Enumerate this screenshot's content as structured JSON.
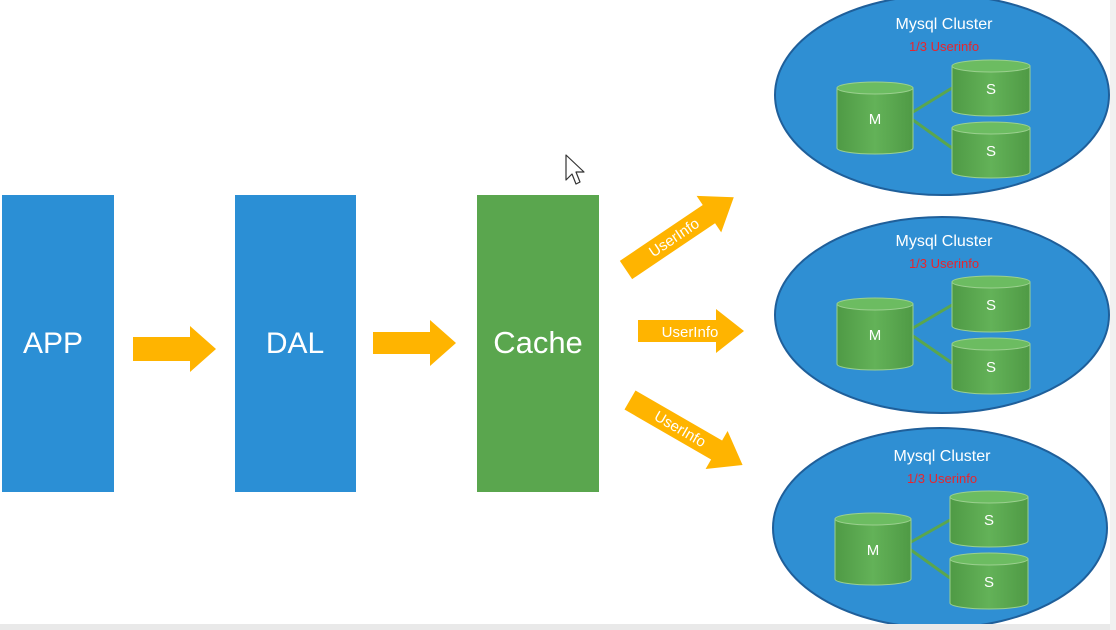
{
  "nodes": {
    "app": {
      "label": "APP"
    },
    "dal": {
      "label": "DAL"
    },
    "cache": {
      "label": "Cache"
    }
  },
  "arrows": {
    "top_label": "UserInfo",
    "middle_label": "UserInfo",
    "bottom_label": "UserInfo"
  },
  "clusters": [
    {
      "title": "Mysql Cluster",
      "subtitle": "1/3 Userinfo",
      "master": "M",
      "slaves": [
        "S",
        "S"
      ]
    },
    {
      "title": "Mysql Cluster",
      "subtitle": "1/3 Userinfo",
      "master": "M",
      "slaves": [
        "S",
        "S"
      ]
    },
    {
      "title": "Mysql Cluster",
      "subtitle": "1/3 Userinfo",
      "master": "M",
      "slaves": [
        "S",
        "S"
      ]
    }
  ],
  "colors": {
    "blue": "#2b8fd5",
    "green": "#5aa64e",
    "arrow": "#ffb400",
    "subtitle": "#e8252d",
    "cluster_fill": "#2f8fd3",
    "cluster_stroke": "#1f5f9a"
  },
  "icons": {
    "cursor": "mouse-pointer-icon"
  }
}
